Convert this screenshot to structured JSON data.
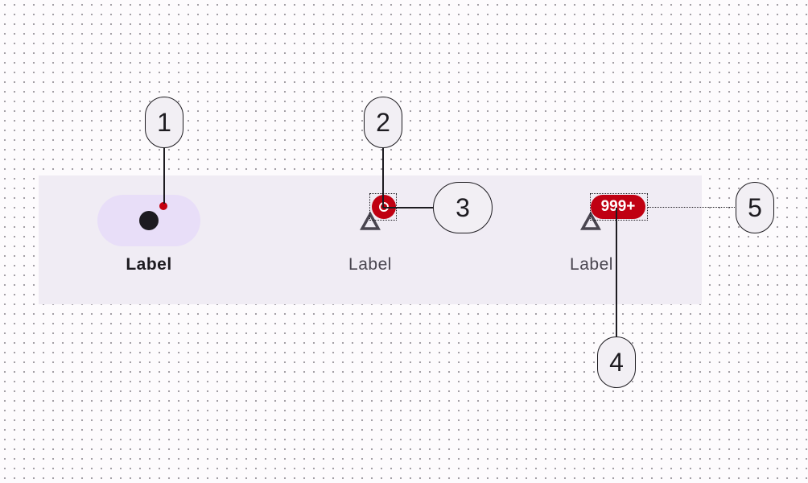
{
  "navigation_bar": {
    "items": [
      {
        "label": "Label",
        "state": "active",
        "badge": "small-dot"
      },
      {
        "label": "Label",
        "state": "inactive",
        "badge": "single-digit"
      },
      {
        "label": "Label",
        "state": "inactive",
        "badge": "max-count"
      }
    ],
    "large_badge_text": "999+"
  },
  "callouts": [
    "1",
    "2",
    "3",
    "4",
    "5"
  ],
  "colors": {
    "container": "#f0ecf4",
    "active_indicator": "#e8def8",
    "badge": "#c00012",
    "icon": "#1d1b20",
    "inactive_icon": "#49454f"
  }
}
